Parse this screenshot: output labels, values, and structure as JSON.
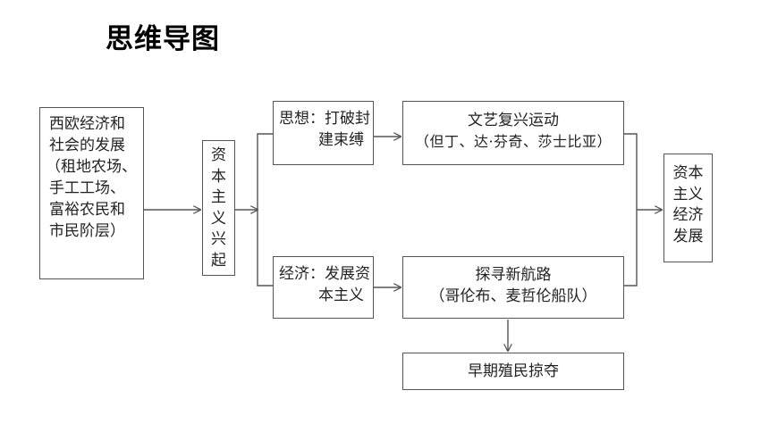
{
  "title": "思维导图",
  "nodes": {
    "background": {
      "lines": [
        "西欧经济和",
        "社会的发展",
        "（租地农场、",
        "手工工场、",
        "富裕农民和",
        "市民阶层）"
      ]
    },
    "rise": {
      "chars": [
        "资",
        "本",
        "主",
        "义",
        "兴",
        "起"
      ]
    },
    "thought": {
      "lines": [
        "思想：打破封",
        "建束缚"
      ]
    },
    "economy": {
      "lines": [
        "经济：发展资",
        "本主义"
      ]
    },
    "renaissance": {
      "lines": [
        "文艺复兴运动",
        "（但丁、达·芬奇、莎士比亚）"
      ]
    },
    "voyages": {
      "lines": [
        "探寻新航路",
        "（哥伦布、麦哲伦船队）"
      ]
    },
    "colonial": {
      "text": "早期殖民掠夺"
    },
    "development": {
      "lines": [
        "资本",
        "主义",
        "经济",
        "发展"
      ]
    }
  }
}
